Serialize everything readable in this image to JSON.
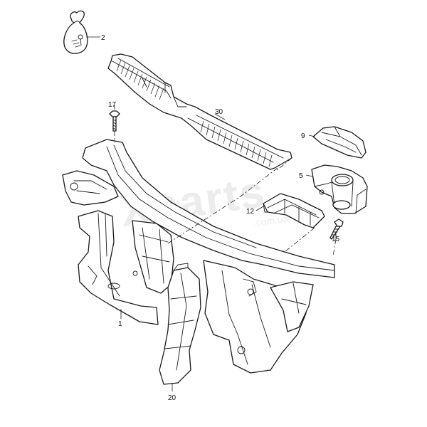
{
  "diagram": {
    "type": "exploded-parts-view",
    "watermark": {
      "main": "Xparts",
      "sub": ".com.ua"
    },
    "callouts": [
      {
        "id": "c1",
        "label": "1",
        "part": "front-panel-carrier"
      },
      {
        "id": "c2",
        "label": "2",
        "part": "fastener-bag"
      },
      {
        "id": "c5",
        "label": "5",
        "part": "air-duct-housing"
      },
      {
        "id": "c9",
        "label": "9",
        "part": "air-guide-cap"
      },
      {
        "id": "c12",
        "label": "12",
        "part": "air-guide-channel"
      },
      {
        "id": "c15",
        "label": "15",
        "part": "screw"
      },
      {
        "id": "c17",
        "label": "17",
        "part": "bolt"
      },
      {
        "id": "c20",
        "label": "20",
        "part": "side-air-deflector"
      },
      {
        "id": "c30",
        "label": "30",
        "part": "upper-cover-panel"
      }
    ]
  }
}
